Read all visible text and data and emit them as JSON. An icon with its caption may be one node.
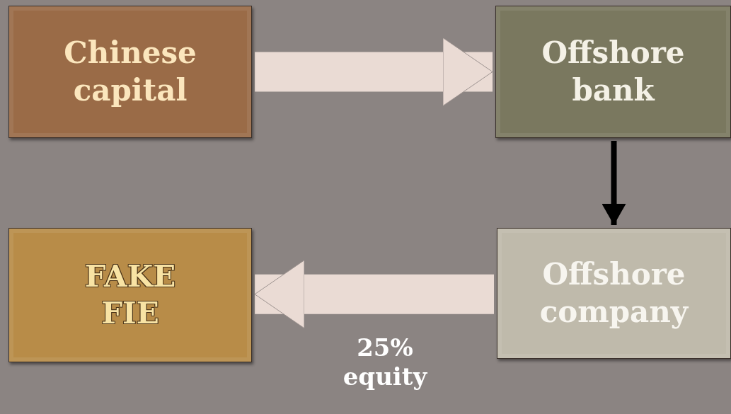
{
  "diagram": {
    "nodes": [
      {
        "text": [
          "Chinese capital"
        ]
      },
      {
        "text": [
          "Offshore bank"
        ]
      },
      {
        "text": [
          "Offshore company"
        ]
      },
      {
        "text": [
          "FAKE FIE"
        ]
      }
    ],
    "edges": [
      {
        "from": 0,
        "to": 1,
        "arrow": "to"
      },
      {
        "from": 1,
        "to": 2,
        "arrow": "to",
        "color": "#000000"
      },
      {
        "from": 2,
        "to": 3,
        "arrow": "to",
        "label": "25% equity"
      }
    ]
  }
}
